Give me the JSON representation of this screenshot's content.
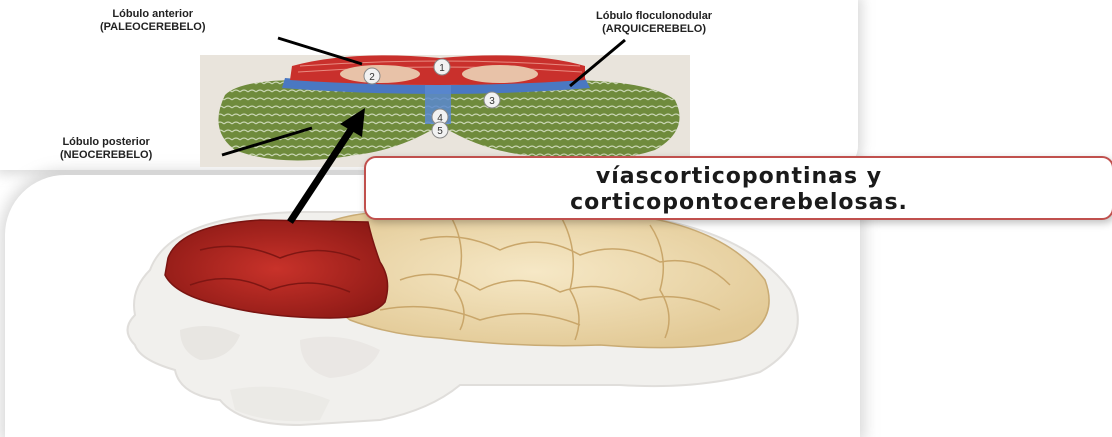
{
  "labels": {
    "anterior_title": "Lóbulo anterior",
    "anterior_sub": "(PALEOCEREBELO)",
    "floculo_title": "Lóbulo floculonodular",
    "floculo_sub": "(ARQUICEREBELO)",
    "posterior_title": "Lóbulo posterior",
    "posterior_sub": "(NEOCEREBELO)"
  },
  "numbers": [
    "1",
    "2",
    "3",
    "4",
    "5"
  ],
  "callout": {
    "line1": "víascorticopontinas y",
    "line2": "corticopontocerebelosas."
  },
  "colors": {
    "anterior": "#c9302c",
    "floculonodular": "#4a78c2",
    "posterior": "#6f8b3c",
    "frontal_lobe": "#b3201d",
    "brain": "#efdcb0",
    "callout_border": "#c0504d"
  }
}
